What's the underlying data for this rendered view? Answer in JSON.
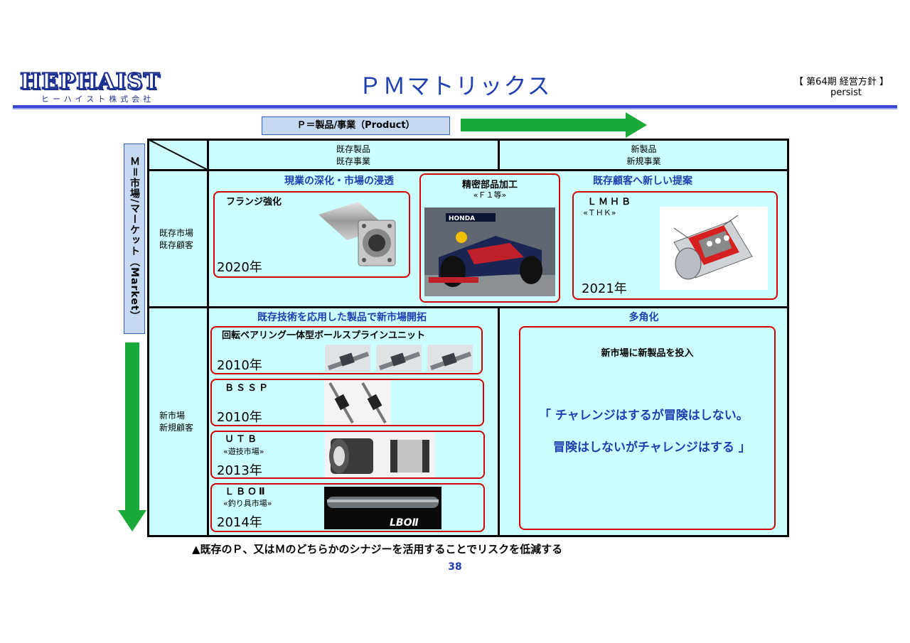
{
  "header": {
    "logo": "HEPHAIST",
    "logo_sub": "ヒーハイスト株式会社",
    "title": "ＰＭマトリックス",
    "meta_line1": "【 第64期 経営方針 】",
    "meta_line2": "persist"
  },
  "axes": {
    "product_label": "Ｐ＝製品/事業（Product）",
    "market_label": "Ｍ＝市場/マーケット（Market）"
  },
  "matrix": {
    "col1": [
      "既存製品",
      "既存事業"
    ],
    "col2": [
      "新製品",
      "新規事業"
    ],
    "row1": [
      "既存市場",
      "既存顧客"
    ],
    "row2": [
      "新市場",
      "新規顧客"
    ],
    "q1": {
      "heading": "現業の深化・市場の浸透",
      "item": {
        "name": "フランジ強化",
        "year": "2020年"
      }
    },
    "center": {
      "name": "精密部品加工",
      "sub": "«Ｆ１等»",
      "car_text": "HONDA"
    },
    "q2": {
      "heading": "既存顧客へ新しい提案",
      "item": {
        "name": "ＬＭＨＢ",
        "sub": "«ＴＨＫ»",
        "year": "2021年"
      }
    },
    "q3": {
      "heading": "既存技術を応用した製品で新市場開拓",
      "items": [
        {
          "name": "回転ベアリング一体型ボールスプラインユニット",
          "sub": "",
          "year": "2010年"
        },
        {
          "name": "ＢＳＳＰ",
          "sub": "",
          "year": "2010年"
        },
        {
          "name": "ＵＴＢ",
          "sub": "«遊技市場»",
          "year": "2013年"
        },
        {
          "name": "ＬＢＯⅡ",
          "sub": "«釣り具市場»",
          "year": "2014年"
        }
      ],
      "lbo_logo": "LBOⅡ"
    },
    "q4": {
      "heading": "多角化",
      "line1": "新市場に新製品を投入",
      "quote1": "「 チャレンジはするが冒険はしない。",
      "quote2": "冒険はしないがチャレンジはする 」"
    }
  },
  "footer": {
    "note": "▲既存のＰ、又はＭのどちらかのシナジーを活用することでリスクを低減する",
    "page": "38"
  },
  "colors": {
    "accent": "#1f3fb0",
    "cell": "#ccffff",
    "box_border": "#d00000",
    "arrow": "#1aaa3a"
  }
}
